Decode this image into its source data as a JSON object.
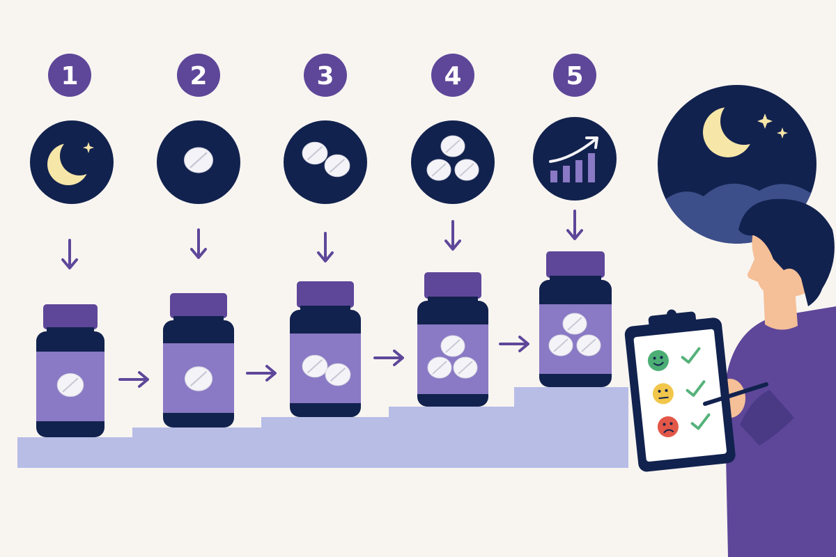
{
  "colors": {
    "background": "#f8f5f1",
    "navy": "#12224e",
    "purple": "#5e4799",
    "lavender": "#8a79c4",
    "pill": "#f4f4f8",
    "stairs": "#b8bde6",
    "moon": "#f6e6a8",
    "skin": "#f5bf97",
    "smile_green": "#4cae74",
    "neutral_yellow": "#f1c64a",
    "sad_red": "#e25748",
    "check": "#55b27a"
  },
  "steps": [
    {
      "number": "1",
      "icon": "moon-stars-icon",
      "pill_count": 1
    },
    {
      "number": "2",
      "icon": "single-pill-icon",
      "pill_count": 1
    },
    {
      "number": "3",
      "icon": "two-pills-icon",
      "pill_count": 2
    },
    {
      "number": "4",
      "icon": "three-pills-icon",
      "pill_count": 3
    },
    {
      "number": "5",
      "icon": "rising-trend-chart-icon",
      "pill_count": 3
    }
  ],
  "checklist": {
    "rows": [
      {
        "face": "happy-face-icon",
        "checked": true
      },
      {
        "face": "neutral-face-icon",
        "checked": true
      },
      {
        "face": "sad-face-icon",
        "checked": true
      }
    ]
  },
  "scene": {
    "night_sky": "crescent-moon-night-icon",
    "person": "person-with-clipboard"
  }
}
